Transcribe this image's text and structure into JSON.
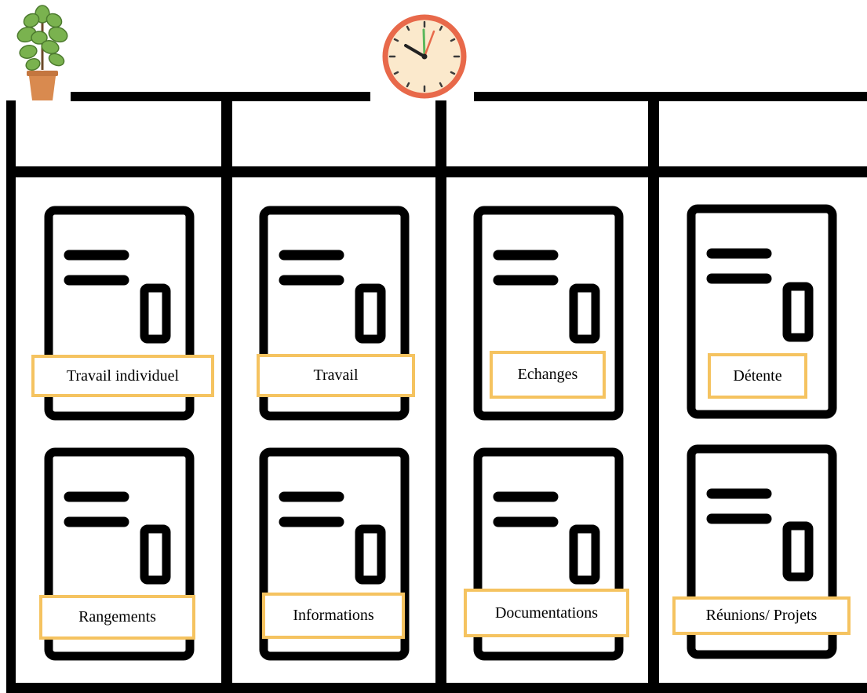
{
  "zones": [
    {
      "label": "Travail individuel"
    },
    {
      "label": "Travail"
    },
    {
      "label": "Echanges"
    },
    {
      "label": "Détente"
    },
    {
      "label": "Rangements"
    },
    {
      "label": "Informations"
    },
    {
      "label": "Documentations"
    },
    {
      "label": "Réunions/ Projets"
    }
  ],
  "colors": {
    "frame": "#000000",
    "label_border": "#f5c360",
    "clock_rim": "#e8694a",
    "clock_face": "#fbe9cc",
    "clock_second_hand": "#e8694a",
    "clock_minute_hand": "#5cb85c",
    "plant_leaf": "#7ab24f",
    "plant_pot": "#d98a4f"
  },
  "icons": [
    "potted-plant-icon",
    "wall-clock-icon",
    "cabinet-icon"
  ]
}
